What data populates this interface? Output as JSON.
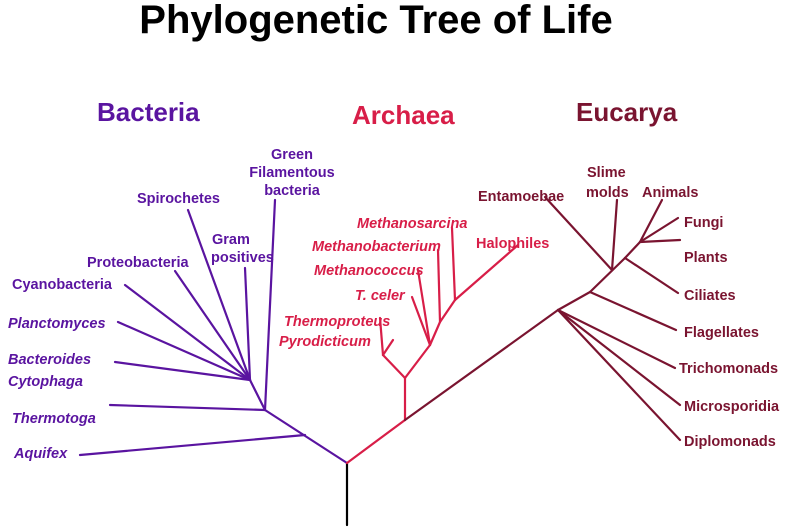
{
  "title": "Phylogenetic Tree of Life",
  "colors": {
    "trunk": "#000000",
    "bacteria": "#5a14a0",
    "archaea": "#d81e48",
    "eucarya": "#7a1430"
  },
  "domains": {
    "bacteria": {
      "label": "Bacteria",
      "taxa": {
        "green_filamentous": [
          "Green",
          "Filamentous",
          "bacteria"
        ],
        "spirochetes": "Spirochetes",
        "gram_positives": [
          "Gram",
          "positives"
        ],
        "proteobacteria": "Proteobacteria",
        "cyanobacteria": "Cyanobacteria",
        "planctomyces": "Planctomyces",
        "bacteroides_cytophaga": [
          "Bacteroides",
          "Cytophaga"
        ],
        "thermotoga": "Thermotoga",
        "aquifex": "Aquifex"
      }
    },
    "archaea": {
      "label": "Archaea",
      "taxa": {
        "methanosarcina": "Methanosarcina",
        "methanobacterium": "Methanobacterium",
        "methanococcus": "Methanococcus",
        "t_celer": "T. celer",
        "thermoproteus": "Thermoproteus",
        "pyrodicticum": "Pyrodicticum",
        "halophiles": "Halophiles"
      }
    },
    "eucarya": {
      "label": "Eucarya",
      "taxa": {
        "entamoebae": "Entamoebae",
        "slime_molds": [
          "Slime",
          "molds"
        ],
        "animals": "Animals",
        "fungi": "Fungi",
        "plants": "Plants",
        "ciliates": "Ciliates",
        "flagellates": "Flagellates",
        "trichomonads": "Trichomonads",
        "microsporidia": "Microsporidia",
        "diplomonads": "Diplomonads"
      }
    }
  }
}
